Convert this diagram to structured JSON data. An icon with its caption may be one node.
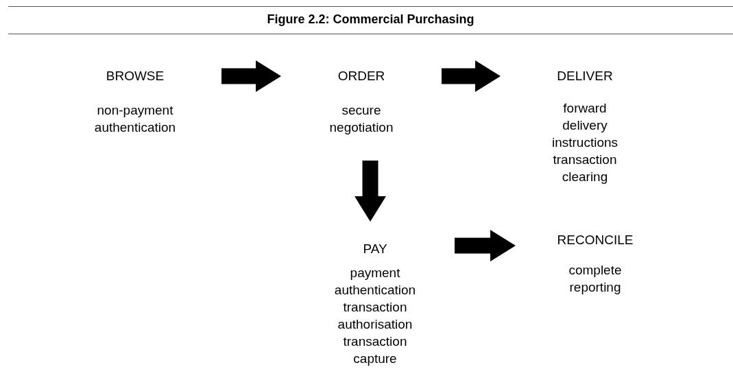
{
  "diagram": {
    "title": "Figure 2.2: Commercial Purchasing",
    "nodes": [
      {
        "text": [
          "BROWSE",
          "non-payment authentication"
        ]
      },
      {
        "text": [
          "ORDER",
          "secure negotiation"
        ]
      },
      {
        "text": [
          "DELIVER",
          "forward delivery instructions transaction clearing"
        ]
      },
      {
        "text": [
          "PAY",
          "payment authentication transaction authorisation transaction capture"
        ]
      },
      {
        "text": [
          "RECONCILE",
          "complete reporting"
        ]
      }
    ],
    "edges": [
      {
        "from": 0,
        "to": 1,
        "arrow": "to"
      },
      {
        "from": 1,
        "to": 2,
        "arrow": "to"
      },
      {
        "from": 1,
        "to": 3,
        "arrow": "to"
      },
      {
        "from": 3,
        "to": 4,
        "arrow": "to"
      }
    ]
  }
}
